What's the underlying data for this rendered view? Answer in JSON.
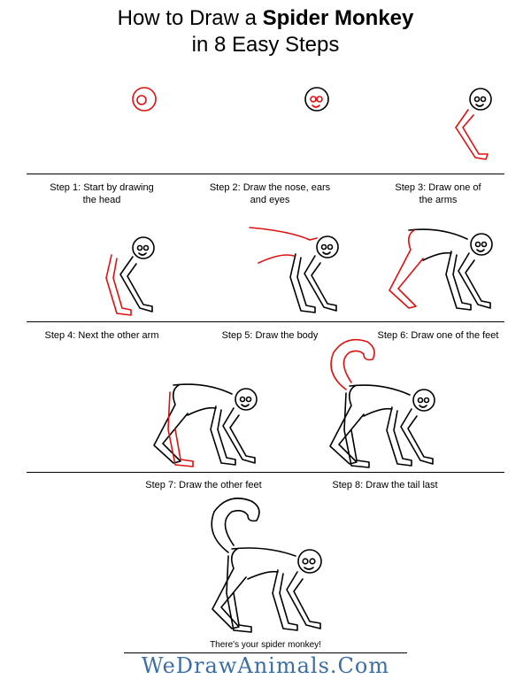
{
  "header": {
    "title_prefix": "How to Draw a ",
    "title_bold": "Spider Monkey",
    "title_line2": "in 8 Easy Steps"
  },
  "steps": [
    {
      "line1": "Step 1: Start by drawing",
      "line2": "the head"
    },
    {
      "line1": "Step 2: Draw the nose, ears",
      "line2": "and eyes"
    },
    {
      "line1": "Step 3: Draw one of",
      "line2": "the arms"
    },
    {
      "line1": "Step 4: Next the other arm",
      "line2": ""
    },
    {
      "line1": "Step 5: Draw the body",
      "line2": ""
    },
    {
      "line1": "Step 6: Draw one of the feet",
      "line2": ""
    },
    {
      "line1": "Step 7: Draw the other feet",
      "line2": ""
    },
    {
      "line1": "Step 8: Draw the tail last",
      "line2": ""
    }
  ],
  "final_caption": "There's your spider monkey!",
  "footer": {
    "logo_text": "WeDrawAnimals.Com"
  },
  "colors": {
    "new_stroke": "#e01010",
    "old_stroke": "#000000",
    "logo": "#3a6ea5"
  }
}
